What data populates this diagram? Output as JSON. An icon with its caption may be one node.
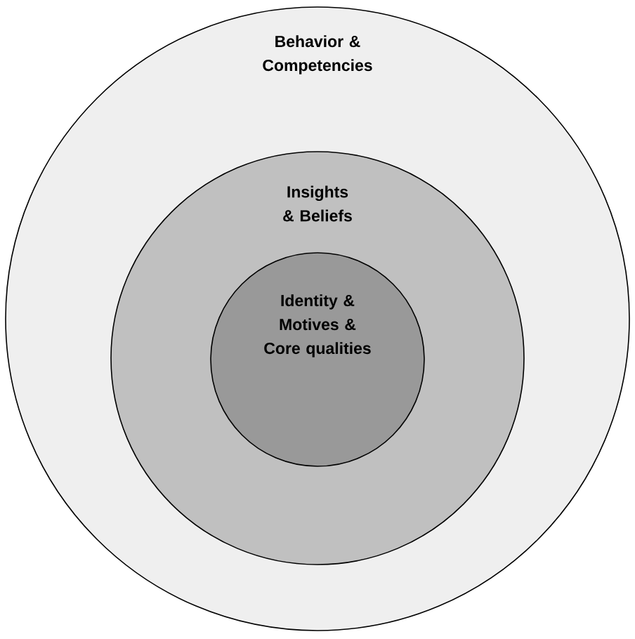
{
  "diagram": {
    "nodes": [
      {
        "text": [
          "Behavior & Competencies"
        ]
      },
      {
        "text": [
          "Insights & Beliefs"
        ],
        "in": 0
      },
      {
        "text": [
          "Identity & Motives & Core qualities"
        ],
        "in": 1
      }
    ]
  }
}
